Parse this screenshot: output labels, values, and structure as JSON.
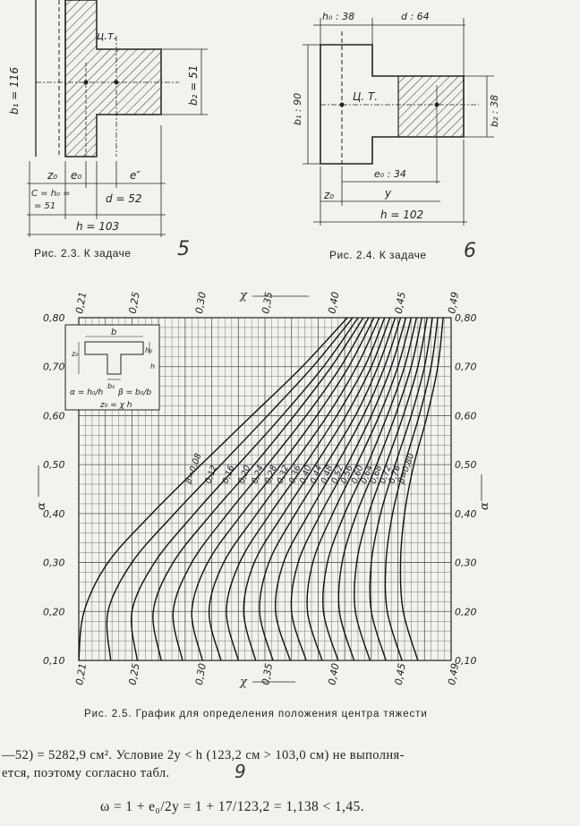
{
  "fig23": {
    "b1": "b₁ = 116",
    "ct": "ц.т.",
    "b2": "b₂ = 51",
    "z0": "z₀",
    "e0": "e₀",
    "e2": "e″",
    "c": "C = h₀ =",
    "c2": "= 51",
    "d": "d = 52",
    "h": "h = 103",
    "caption": "Рис. 2.3. К задаче",
    "task": "5"
  },
  "fig24": {
    "h0": "h₀ : 38",
    "d": "d : 64",
    "b1": "b₁ : 90",
    "ct": "Ц. Т.",
    "b2": "b₂ : 38",
    "e0": "e₀ : 34",
    "z0": "z₀",
    "y": "y",
    "h": "h = 102",
    "caption": "Рис. 2.4. К задаче",
    "task": "6"
  },
  "chart_data": {
    "type": "line",
    "title": "Рис. 2.5. График для определения положения центра тяжести",
    "xlabel": "χ",
    "ylabel": "α",
    "xlim": [
      0.21,
      0.49
    ],
    "ylim": [
      0.1,
      0.8
    ],
    "x_ticks": [
      "0,21",
      "0,25",
      "0,30",
      "0,35",
      "0,40",
      "0,45",
      "0,49"
    ],
    "y_ticks": [
      "0,10",
      "0,20",
      "0,30",
      "0,40",
      "0,50",
      "0,60",
      "0,70",
      "0,80"
    ],
    "series": [
      {
        "name": "β=0,08",
        "values": [
          [
            0.21,
            0.1
          ],
          [
            0.214,
            0.2
          ],
          [
            0.232,
            0.3
          ],
          [
            0.265,
            0.4
          ],
          [
            0.302,
            0.5
          ],
          [
            0.34,
            0.6
          ],
          [
            0.378,
            0.7
          ],
          [
            0.412,
            0.8
          ]
        ]
      },
      {
        "name": "0,12",
        "values": [
          [
            0.234,
            0.1
          ],
          [
            0.232,
            0.2
          ],
          [
            0.25,
            0.3
          ],
          [
            0.282,
            0.4
          ],
          [
            0.317,
            0.5
          ],
          [
            0.352,
            0.6
          ],
          [
            0.386,
            0.7
          ],
          [
            0.416,
            0.8
          ]
        ]
      },
      {
        "name": "0,16",
        "values": [
          [
            0.254,
            0.1
          ],
          [
            0.25,
            0.2
          ],
          [
            0.267,
            0.3
          ],
          [
            0.297,
            0.4
          ],
          [
            0.33,
            0.5
          ],
          [
            0.363,
            0.6
          ],
          [
            0.394,
            0.7
          ],
          [
            0.42,
            0.8
          ]
        ]
      },
      {
        "name": "0,20",
        "values": [
          [
            0.272,
            0.1
          ],
          [
            0.266,
            0.2
          ],
          [
            0.281,
            0.3
          ],
          [
            0.31,
            0.4
          ],
          [
            0.342,
            0.5
          ],
          [
            0.372,
            0.6
          ],
          [
            0.4,
            0.7
          ],
          [
            0.424,
            0.8
          ]
        ]
      },
      {
        "name": "0,24",
        "values": [
          [
            0.288,
            0.1
          ],
          [
            0.281,
            0.2
          ],
          [
            0.295,
            0.3
          ],
          [
            0.322,
            0.4
          ],
          [
            0.352,
            0.5
          ],
          [
            0.381,
            0.6
          ],
          [
            0.407,
            0.7
          ],
          [
            0.428,
            0.8
          ]
        ]
      },
      {
        "name": "0,28",
        "values": [
          [
            0.303,
            0.1
          ],
          [
            0.295,
            0.2
          ],
          [
            0.307,
            0.3
          ],
          [
            0.333,
            0.4
          ],
          [
            0.362,
            0.5
          ],
          [
            0.389,
            0.6
          ],
          [
            0.413,
            0.7
          ],
          [
            0.432,
            0.8
          ]
        ]
      },
      {
        "name": "0,32",
        "values": [
          [
            0.317,
            0.1
          ],
          [
            0.308,
            0.2
          ],
          [
            0.319,
            0.3
          ],
          [
            0.344,
            0.4
          ],
          [
            0.371,
            0.5
          ],
          [
            0.397,
            0.6
          ],
          [
            0.419,
            0.7
          ],
          [
            0.436,
            0.8
          ]
        ]
      },
      {
        "name": "0,36",
        "values": [
          [
            0.33,
            0.1
          ],
          [
            0.321,
            0.2
          ],
          [
            0.331,
            0.3
          ],
          [
            0.354,
            0.4
          ],
          [
            0.38,
            0.5
          ],
          [
            0.404,
            0.6
          ],
          [
            0.425,
            0.7
          ],
          [
            0.44,
            0.8
          ]
        ]
      },
      {
        "name": "0,40",
        "values": [
          [
            0.343,
            0.1
          ],
          [
            0.334,
            0.2
          ],
          [
            0.342,
            0.3
          ],
          [
            0.364,
            0.4
          ],
          [
            0.388,
            0.5
          ],
          [
            0.411,
            0.6
          ],
          [
            0.43,
            0.7
          ],
          [
            0.444,
            0.8
          ]
        ]
      },
      {
        "name": "0,44",
        "values": [
          [
            0.356,
            0.1
          ],
          [
            0.346,
            0.2
          ],
          [
            0.353,
            0.3
          ],
          [
            0.373,
            0.4
          ],
          [
            0.396,
            0.5
          ],
          [
            0.418,
            0.6
          ],
          [
            0.435,
            0.7
          ],
          [
            0.448,
            0.8
          ]
        ]
      },
      {
        "name": "0,48",
        "values": [
          [
            0.369,
            0.1
          ],
          [
            0.358,
            0.2
          ],
          [
            0.364,
            0.3
          ],
          [
            0.383,
            0.4
          ],
          [
            0.404,
            0.5
          ],
          [
            0.424,
            0.6
          ],
          [
            0.44,
            0.7
          ],
          [
            0.452,
            0.8
          ]
        ]
      },
      {
        "name": "0,52",
        "values": [
          [
            0.381,
            0.1
          ],
          [
            0.37,
            0.2
          ],
          [
            0.375,
            0.3
          ],
          [
            0.392,
            0.4
          ],
          [
            0.412,
            0.5
          ],
          [
            0.43,
            0.6
          ],
          [
            0.445,
            0.7
          ],
          [
            0.456,
            0.8
          ]
        ]
      },
      {
        "name": "0,56",
        "values": [
          [
            0.393,
            0.1
          ],
          [
            0.382,
            0.2
          ],
          [
            0.386,
            0.3
          ],
          [
            0.401,
            0.4
          ],
          [
            0.419,
            0.5
          ],
          [
            0.436,
            0.6
          ],
          [
            0.45,
            0.7
          ],
          [
            0.46,
            0.8
          ]
        ]
      },
      {
        "name": "0,60",
        "values": [
          [
            0.405,
            0.1
          ],
          [
            0.394,
            0.2
          ],
          [
            0.397,
            0.3
          ],
          [
            0.41,
            0.4
          ],
          [
            0.427,
            0.5
          ],
          [
            0.442,
            0.6
          ],
          [
            0.455,
            0.7
          ],
          [
            0.464,
            0.8
          ]
        ]
      },
      {
        "name": "0,64",
        "values": [
          [
            0.417,
            0.1
          ],
          [
            0.406,
            0.2
          ],
          [
            0.408,
            0.3
          ],
          [
            0.419,
            0.4
          ],
          [
            0.434,
            0.5
          ],
          [
            0.448,
            0.6
          ],
          [
            0.46,
            0.7
          ],
          [
            0.468,
            0.8
          ]
        ]
      },
      {
        "name": "0,68",
        "values": [
          [
            0.429,
            0.1
          ],
          [
            0.418,
            0.2
          ],
          [
            0.419,
            0.3
          ],
          [
            0.428,
            0.4
          ],
          [
            0.441,
            0.5
          ],
          [
            0.454,
            0.6
          ],
          [
            0.465,
            0.7
          ],
          [
            0.472,
            0.8
          ]
        ]
      },
      {
        "name": "0,72",
        "values": [
          [
            0.441,
            0.1
          ],
          [
            0.43,
            0.2
          ],
          [
            0.43,
            0.3
          ],
          [
            0.437,
            0.4
          ],
          [
            0.448,
            0.5
          ],
          [
            0.46,
            0.6
          ],
          [
            0.47,
            0.7
          ],
          [
            0.476,
            0.8
          ]
        ]
      },
      {
        "name": "0,76",
        "values": [
          [
            0.453,
            0.1
          ],
          [
            0.442,
            0.2
          ],
          [
            0.441,
            0.3
          ],
          [
            0.446,
            0.4
          ],
          [
            0.455,
            0.5
          ],
          [
            0.466,
            0.6
          ],
          [
            0.475,
            0.7
          ],
          [
            0.48,
            0.8
          ]
        ]
      },
      {
        "name": "β=0,80",
        "values": [
          [
            0.465,
            0.1
          ],
          [
            0.454,
            0.2
          ],
          [
            0.452,
            0.3
          ],
          [
            0.455,
            0.4
          ],
          [
            0.462,
            0.5
          ],
          [
            0.472,
            0.6
          ],
          [
            0.48,
            0.7
          ],
          [
            0.484,
            0.8
          ]
        ]
      }
    ],
    "inset": {
      "b": "b",
      "z0": "z₀",
      "h0": "h₀",
      "h": "h",
      "b0": "b₀",
      "alpha": "α = h₀/h",
      "beta": "β = b₀/b",
      "zo": "z₀ = χ h"
    }
  },
  "text": {
    "line1": "—52) = 5282,9 см². Условие 2y < h (123,2 см > 103,0 см) не выполня-",
    "line2": "ется, поэтому согласно табл.",
    "line2_num": "9",
    "formula": "ω = 1 + e₀/2y = 1 + 17/123,2 = 1,138 < 1,45."
  }
}
